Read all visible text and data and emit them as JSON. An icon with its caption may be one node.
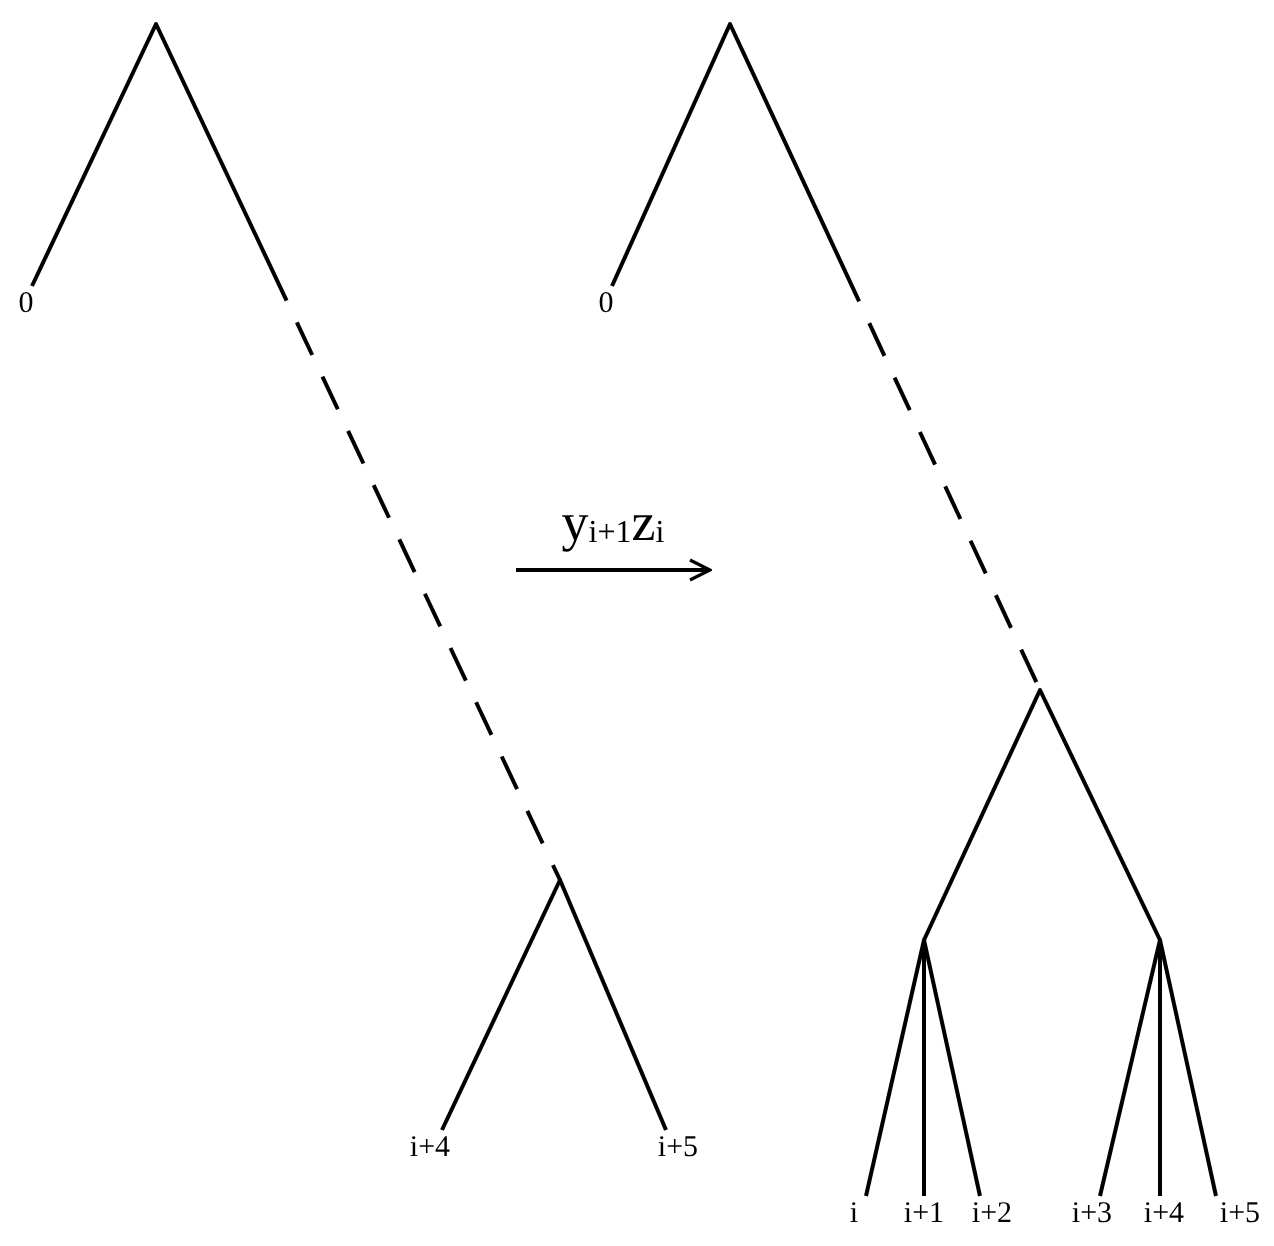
{
  "diagram": {
    "nodes": [
      {
        "text": [],
        "shape": "point"
      },
      {
        "text": [
          "0"
        ]
      },
      {
        "text": [],
        "shape": "point"
      },
      {
        "text": [
          "i+4"
        ]
      },
      {
        "text": [
          "i+5"
        ]
      },
      {
        "text": [],
        "shape": "point"
      },
      {
        "text": [
          "0"
        ]
      },
      {
        "text": [],
        "shape": "point"
      },
      {
        "text": [],
        "shape": "point"
      },
      {
        "text": [],
        "shape": "point"
      },
      {
        "text": [
          "i"
        ]
      },
      {
        "text": [
          "i+1"
        ]
      },
      {
        "text": [
          "i+2"
        ]
      },
      {
        "text": [
          "i+3"
        ]
      },
      {
        "text": [
          "i+4"
        ]
      },
      {
        "text": [
          "i+5"
        ]
      }
    ],
    "edges": [
      {
        "from": 0,
        "to": 1,
        "arrow": "none"
      },
      {
        "from": 0,
        "to": 2,
        "arrow": "none",
        "style": "dashed"
      },
      {
        "from": 2,
        "to": 3,
        "arrow": "none"
      },
      {
        "from": 2,
        "to": 4,
        "arrow": "none"
      },
      {
        "from": 5,
        "to": 6,
        "arrow": "none"
      },
      {
        "from": 5,
        "to": 7,
        "arrow": "none",
        "style": "dashed"
      },
      {
        "from": 7,
        "to": 8,
        "arrow": "none"
      },
      {
        "from": 7,
        "to": 9,
        "arrow": "none"
      },
      {
        "from": 8,
        "to": 10,
        "arrow": "none"
      },
      {
        "from": 8,
        "to": 11,
        "arrow": "none"
      },
      {
        "from": 8,
        "to": 12,
        "arrow": "none"
      },
      {
        "from": 9,
        "to": 13,
        "arrow": "none"
      },
      {
        "from": 9,
        "to": 14,
        "arrow": "none"
      },
      {
        "from": 9,
        "to": 15,
        "arrow": "none"
      }
    ],
    "labels": [
      "y$_{i+1}$z$_{i}$"
    ]
  }
}
